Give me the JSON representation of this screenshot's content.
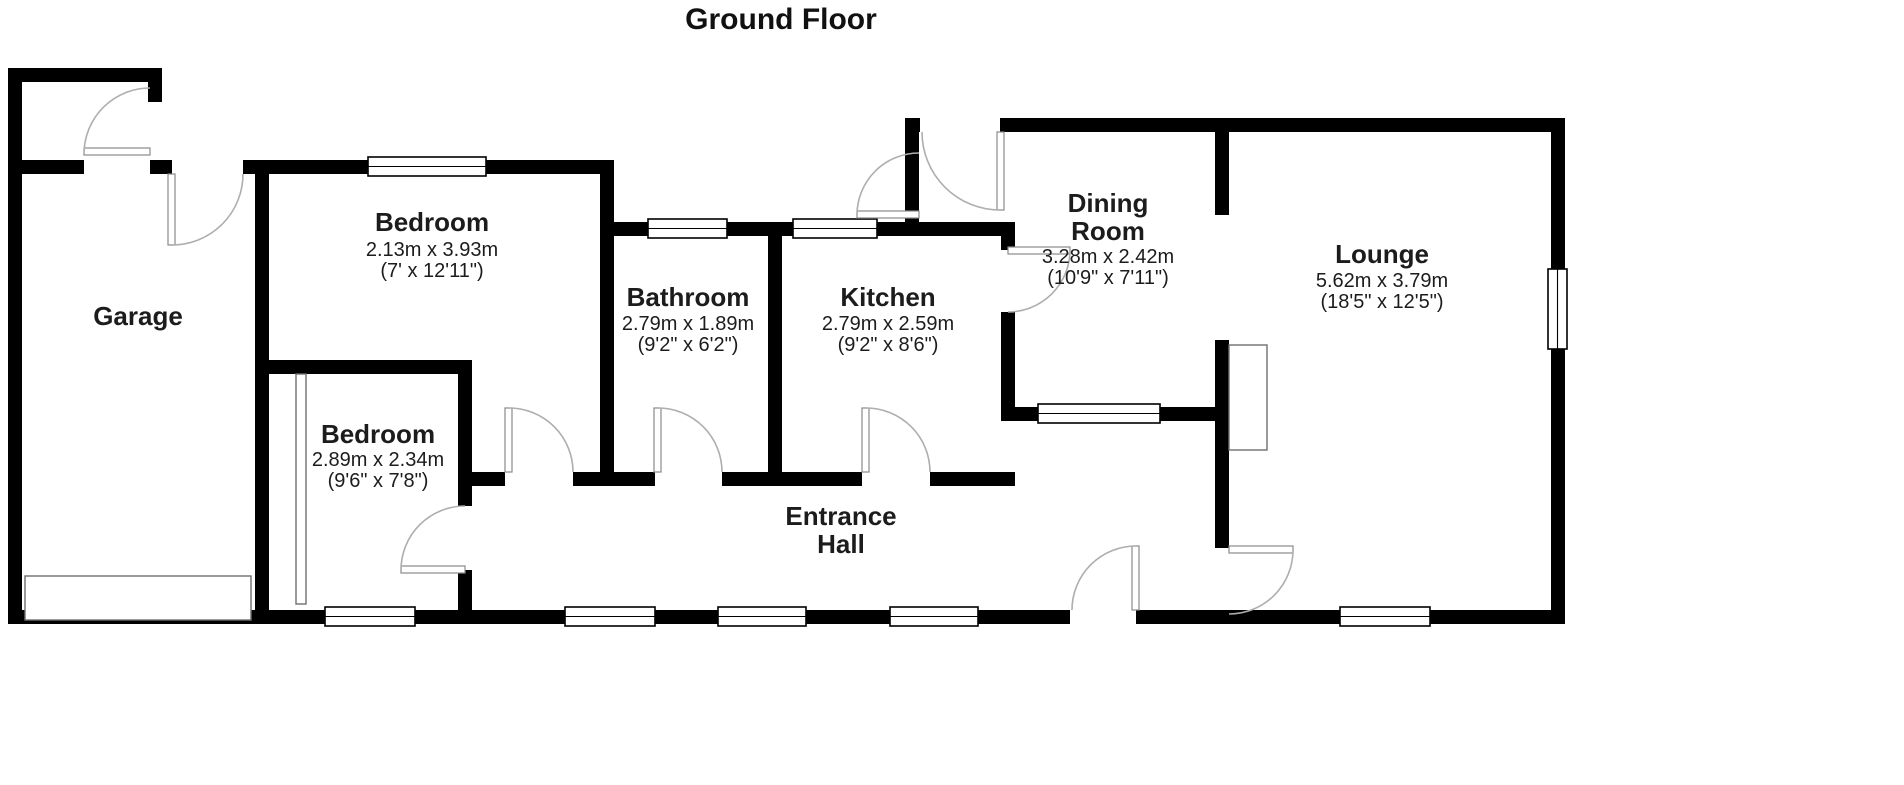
{
  "title": "Ground Floor",
  "rooms": {
    "garage": {
      "name": "Garage"
    },
    "bedroom1": {
      "name": "Bedroom",
      "metric": "2.13m x 3.93m",
      "imperial": "(7' x 12'11\")"
    },
    "bedroom2": {
      "name": "Bedroom",
      "metric": "2.89m x 2.34m",
      "imperial": "(9'6\" x 7'8\")"
    },
    "bathroom": {
      "name": "Bathroom",
      "metric": "2.79m x 1.89m",
      "imperial": "(9'2\" x 6'2\")"
    },
    "kitchen": {
      "name": "Kitchen",
      "metric": "2.79m x 2.59m",
      "imperial": "(9'2\" x 8'6\")"
    },
    "dining_room": {
      "name_line1": "Dining",
      "name_line2": "Room",
      "metric": "3.28m x 2.42m",
      "imperial": "(10'9\" x 7'11\")"
    },
    "lounge": {
      "name": "Lounge",
      "metric": "5.62m x 3.79m",
      "imperial": "(18'5\" x 12'5\")"
    },
    "entrance_hall": {
      "name_line1": "Entrance",
      "name_line2": "Hall"
    }
  },
  "colors": {
    "wall": "#000000",
    "text": "#1c1c1c",
    "door_arc": "#aeaeae"
  }
}
